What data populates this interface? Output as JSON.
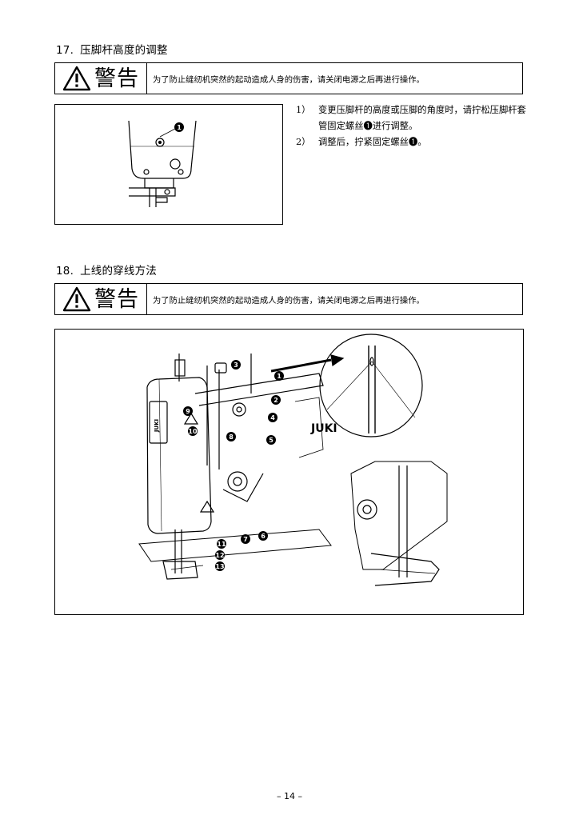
{
  "section17": {
    "number": "17.",
    "title": "压脚杆高度的调整",
    "warning_label": "警告",
    "warning_text": "为了防止缝纫机突然的起动造成人身的伤害，请关闭电源之后再进行操作。",
    "steps": [
      {
        "num": "1）",
        "text": "变更压脚杆的高度或压脚的角度时，请拧松压脚杆套管固定螺丝❶进行调整。"
      },
      {
        "num": "2）",
        "text": "调整后，拧紧固定螺丝❶。"
      }
    ],
    "figure_callouts": [
      "1"
    ]
  },
  "section18": {
    "number": "18.",
    "title": "上线的穿线方法",
    "warning_label": "警告",
    "warning_text": "为了防止缝纫机突然的起动造成人身的伤害，请关闭电源之后再进行操作。",
    "figure_brand": "JUKI",
    "figure_callouts": [
      "1",
      "2",
      "3",
      "4",
      "5",
      "6",
      "7",
      "8",
      "9",
      "10",
      "11",
      "12",
      "13"
    ]
  },
  "footer": {
    "page_number": "– 14 –"
  }
}
